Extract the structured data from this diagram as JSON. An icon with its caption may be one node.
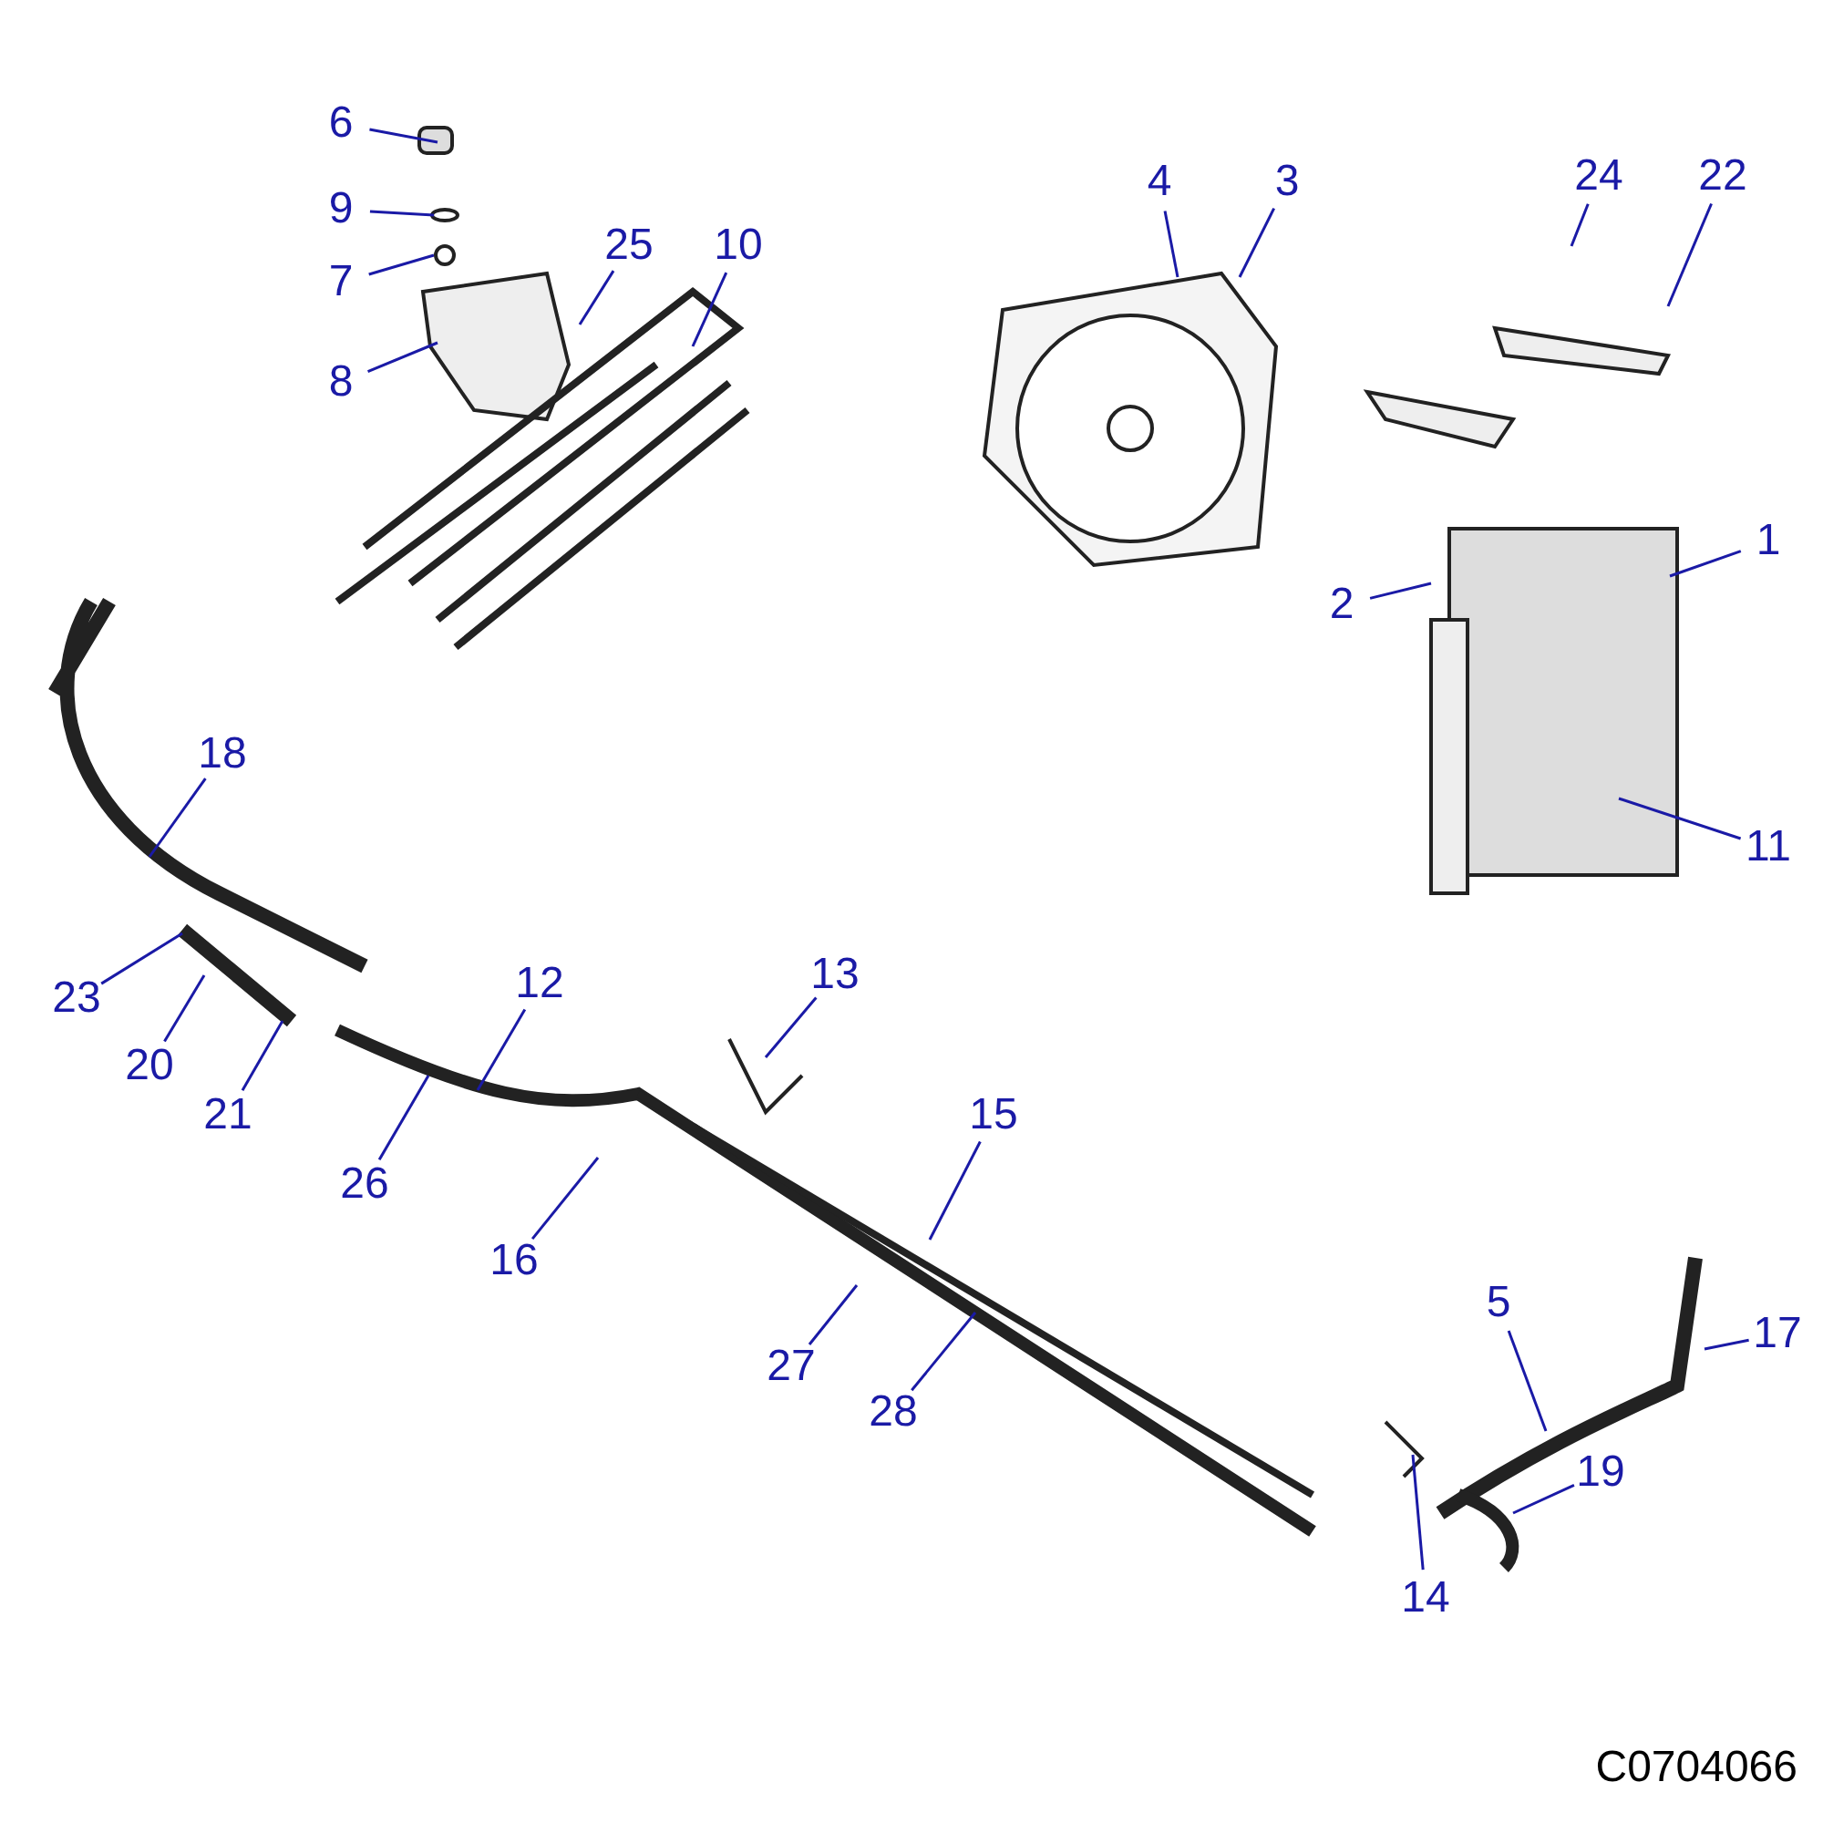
{
  "diagram": {
    "nodes": [
      {
        "text": [
          "6"
        ]
      },
      {
        "text": [
          "9"
        ]
      },
      {
        "text": [
          "4"
        ]
      },
      {
        "text": [
          "3"
        ]
      },
      {
        "text": [
          "24"
        ]
      },
      {
        "text": [
          "22"
        ]
      },
      {
        "text": [
          "25"
        ]
      },
      {
        "text": [
          "10"
        ]
      },
      {
        "text": [
          "7"
        ]
      },
      {
        "text": [
          "8"
        ]
      },
      {
        "text": [
          "1"
        ]
      },
      {
        "text": [
          "2"
        ]
      },
      {
        "text": [
          "18"
        ]
      },
      {
        "text": [
          "11"
        ]
      },
      {
        "text": [
          "12"
        ]
      },
      {
        "text": [
          "13"
        ]
      },
      {
        "text": [
          "23"
        ]
      },
      {
        "text": [
          "20"
        ]
      },
      {
        "text": [
          "21"
        ]
      },
      {
        "text": [
          "15"
        ]
      },
      {
        "text": [
          "26"
        ]
      },
      {
        "text": [
          "16"
        ]
      },
      {
        "text": [
          "5"
        ]
      },
      {
        "text": [
          "17"
        ]
      },
      {
        "text": [
          "27"
        ]
      },
      {
        "text": [
          "28"
        ]
      },
      {
        "text": [
          "19"
        ]
      },
      {
        "text": [
          "14"
        ]
      }
    ],
    "edges": [
      {
        "from": 0,
        "to": null,
        "arrow": "none"
      },
      {
        "from": 1,
        "to": null,
        "arrow": "none"
      },
      {
        "from": 2,
        "to": null,
        "arrow": "none"
      },
      {
        "from": 3,
        "to": null,
        "arrow": "none"
      },
      {
        "from": 4,
        "to": null,
        "arrow": "none"
      },
      {
        "from": 5,
        "to": null,
        "arrow": "none"
      },
      {
        "from": 6,
        "to": null,
        "arrow": "none"
      },
      {
        "from": 7,
        "to": null,
        "arrow": "none"
      },
      {
        "from": 8,
        "to": null,
        "arrow": "none"
      },
      {
        "from": 9,
        "to": null,
        "arrow": "none"
      },
      {
        "from": 10,
        "to": null,
        "arrow": "none"
      },
      {
        "from": 11,
        "to": null,
        "arrow": "none"
      },
      {
        "from": 12,
        "to": null,
        "arrow": "none"
      },
      {
        "from": 13,
        "to": null,
        "arrow": "none"
      },
      {
        "from": 14,
        "to": null,
        "arrow": "none"
      },
      {
        "from": 15,
        "to": null,
        "arrow": "none"
      },
      {
        "from": 16,
        "to": null,
        "arrow": "none"
      },
      {
        "from": 17,
        "to": null,
        "arrow": "none"
      },
      {
        "from": 18,
        "to": null,
        "arrow": "none"
      },
      {
        "from": 19,
        "to": null,
        "arrow": "none"
      },
      {
        "from": 20,
        "to": null,
        "arrow": "none"
      },
      {
        "from": 21,
        "to": null,
        "arrow": "none"
      },
      {
        "from": 22,
        "to": null,
        "arrow": "none"
      },
      {
        "from": 23,
        "to": null,
        "arrow": "none"
      },
      {
        "from": 24,
        "to": null,
        "arrow": "none"
      },
      {
        "from": 25,
        "to": null,
        "arrow": "none"
      },
      {
        "from": 26,
        "to": null,
        "arrow": "none"
      },
      {
        "from": 27,
        "to": null,
        "arrow": "none"
      }
    ],
    "labels": [
      "C0704066"
    ]
  }
}
